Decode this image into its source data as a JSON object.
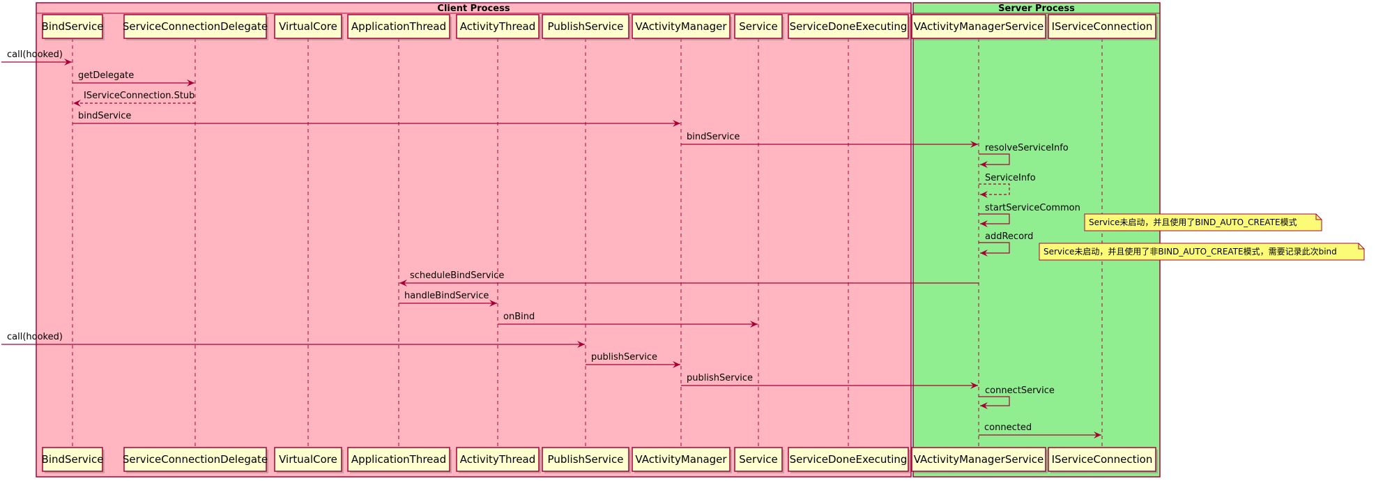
{
  "diagram_type": "sequence",
  "colors": {
    "client_bg": "#FFB6C1",
    "server_bg": "#90EE90",
    "group_border": "#A80036",
    "arrow": "#A80036",
    "participant_fill": "#FEFECE",
    "note_fill": "#FBFB77"
  },
  "groups": [
    {
      "id": "client",
      "title": "Client Process"
    },
    {
      "id": "server",
      "title": "Server Process"
    }
  ],
  "participants": [
    {
      "id": "BindService",
      "label": "BindService",
      "group": "client"
    },
    {
      "id": "ServiceConnectionDelegate",
      "label": "ServiceConnectionDelegate",
      "group": "client"
    },
    {
      "id": "VirtualCore",
      "label": "VirtualCore",
      "group": "client"
    },
    {
      "id": "ApplicationThread",
      "label": "ApplicationThread",
      "group": "client"
    },
    {
      "id": "ActivityThread",
      "label": "ActivityThread",
      "group": "client"
    },
    {
      "id": "PublishService",
      "label": "PublishService",
      "group": "client"
    },
    {
      "id": "VActivityManager",
      "label": "VActivityManager",
      "group": "client"
    },
    {
      "id": "Service",
      "label": "Service",
      "group": "client"
    },
    {
      "id": "ServiceDoneExecuting",
      "label": "ServiceDoneExecuting",
      "group": "client"
    },
    {
      "id": "VActivityManagerService",
      "label": "VActivityManagerService",
      "group": "server"
    },
    {
      "id": "IServiceConnection",
      "label": "IServiceConnection",
      "group": "server"
    }
  ],
  "messages": [
    {
      "from": "external",
      "to": "BindService",
      "label": "call(hooked)",
      "style": "solid"
    },
    {
      "from": "BindService",
      "to": "ServiceConnectionDelegate",
      "label": "getDelegate",
      "style": "solid"
    },
    {
      "from": "ServiceConnectionDelegate",
      "to": "BindService",
      "label": "IServiceConnection.Stub",
      "style": "dashed"
    },
    {
      "from": "BindService",
      "to": "VActivityManager",
      "label": "bindService",
      "style": "solid"
    },
    {
      "from": "VActivityManager",
      "to": "VActivityManagerService",
      "label": "bindService",
      "style": "solid"
    },
    {
      "from": "VActivityManagerService",
      "to": "VActivityManagerService",
      "label": "resolveServiceInfo",
      "style": "solid"
    },
    {
      "from": "VActivityManagerService",
      "to": "VActivityManagerService",
      "label": "ServiceInfo",
      "style": "dashed"
    },
    {
      "from": "VActivityManagerService",
      "to": "VActivityManagerService",
      "label": "startServiceCommon",
      "style": "solid",
      "note": "Service未启动，并且使用了BIND_AUTO_CREATE模式"
    },
    {
      "from": "VActivityManagerService",
      "to": "VActivityManagerService",
      "label": "addRecord",
      "style": "solid",
      "note": "Service未启动，并且使用了非BIND_AUTO_CREATE模式，需要记录此次bind"
    },
    {
      "from": "VActivityManagerService",
      "to": "ApplicationThread",
      "label": "scheduleBindService",
      "style": "solid"
    },
    {
      "from": "ApplicationThread",
      "to": "ActivityThread",
      "label": "handleBindService",
      "style": "solid"
    },
    {
      "from": "ActivityThread",
      "to": "Service",
      "label": "onBind",
      "style": "solid"
    },
    {
      "from": "external",
      "to": "PublishService",
      "label": "call(hooked)",
      "style": "solid"
    },
    {
      "from": "PublishService",
      "to": "VActivityManager",
      "label": "publishService",
      "style": "solid"
    },
    {
      "from": "VActivityManager",
      "to": "VActivityManagerService",
      "label": "publishService",
      "style": "solid"
    },
    {
      "from": "VActivityManagerService",
      "to": "VActivityManagerService",
      "label": "connectService",
      "style": "solid"
    },
    {
      "from": "VActivityManagerService",
      "to": "IServiceConnection",
      "label": "connected",
      "style": "solid"
    }
  ]
}
